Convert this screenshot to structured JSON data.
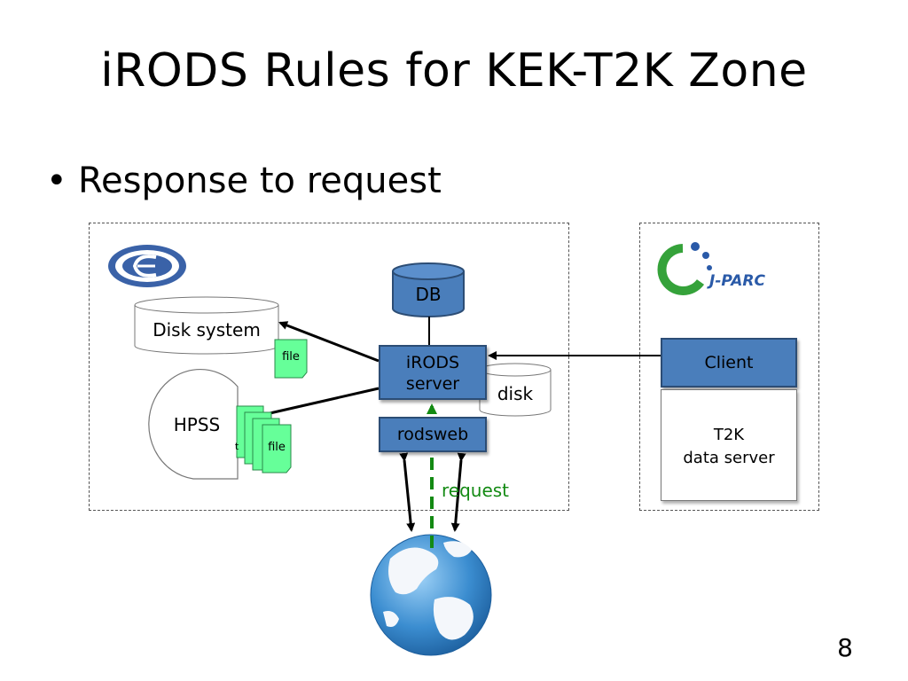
{
  "slide": {
    "title": "iRODS Rules for KEK-T2K Zone",
    "bullet": "Response to request",
    "page_number": "8"
  },
  "diagram": {
    "db_label": "DB",
    "irods_line1": "iRODS",
    "irods_line2": "server",
    "rodsweb_label": "rodsweb",
    "disk_label": "disk",
    "disk_system_label": "Disk system",
    "hpss_label": "HPSS",
    "file_label": "file",
    "tape_label": "t",
    "request_label": "request",
    "client_label": "Client",
    "t2k_line1": "T2K",
    "t2k_line2": "data server",
    "colors": {
      "box_fill": "#4a7ebb",
      "file_fill": "#66ff99",
      "request_arrow": "#138a13"
    },
    "icons": [
      "kek-logo-icon",
      "j-parc-logo-icon",
      "globe-icon"
    ]
  }
}
